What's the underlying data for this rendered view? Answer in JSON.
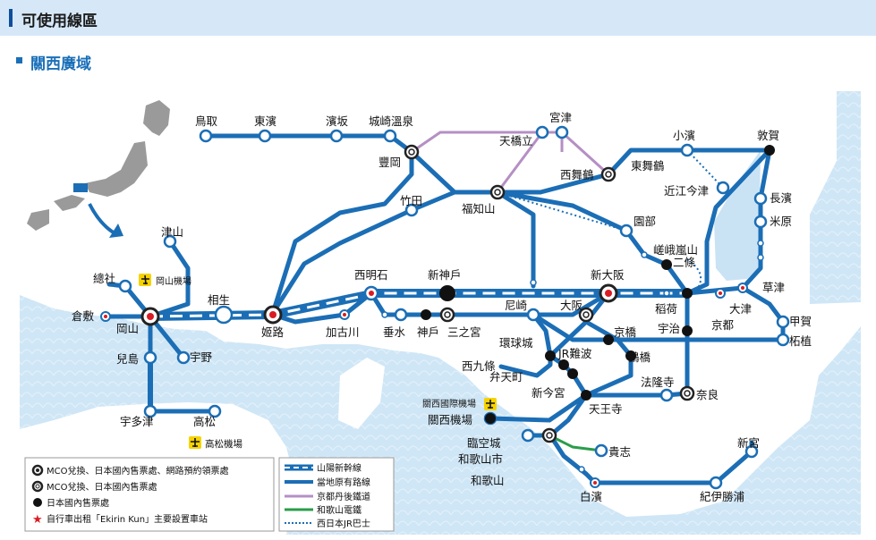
{
  "header": {
    "title": "可使用線區"
  },
  "section": {
    "title": "關西廣域"
  },
  "colors": {
    "jr_line": "#1b6eb5",
    "shinkansen": "#1b6eb5",
    "kyoto_tango": "#b58fc4",
    "wakayama": "#2a9d4a",
    "bus": "#1b6eb5",
    "sea": "#c9e3f5",
    "star": "#d91c24"
  },
  "stations": {
    "tottori": "鳥取",
    "hamamura": "東濱",
    "hamasaka": "濱坂",
    "kinosaki": "城崎溫泉",
    "toyooka": "豐岡",
    "miyazu": "宮津",
    "amanohashidate": "天橋立",
    "nishimaizuru": "西舞鶴",
    "higashimaizuru": "東舞鶴",
    "obama": "小濱",
    "tsuruga": "敦賀",
    "omiimazu": "近江今津",
    "nagahama": "長濱",
    "maibara": "米原",
    "takeda": "竹田",
    "fukuchiyama": "福知山",
    "sonobe": "園部",
    "sagaarashiyama": "嵯峨嵐山",
    "nijo": "二條",
    "tsuyama": "津山",
    "okayama_airport": "岡山機場",
    "soja": "總社",
    "kurashiki": "倉敷",
    "okayama": "岡山",
    "aioi": "相生",
    "himeji": "姬路",
    "nishiakashi": "西明石",
    "shinkobe": "新神戶",
    "shinosaka": "新大阪",
    "kakogawa": "加古川",
    "tarumi": "垂水",
    "kobe": "神戶",
    "sannomiya": "三之宮",
    "amagasaki": "尼崎",
    "osaka": "大阪",
    "inari": "稻荷",
    "kyoto": "京都",
    "otsu": "大津",
    "kusatsu": "草津",
    "koka": "甲賀",
    "tsuge": "柘植",
    "uji": "宇治",
    "kojima": "兒島",
    "uno": "宇野",
    "utazu": "宇多津",
    "takamatsu": "高松",
    "takamatsu_airport": "高松機場",
    "kyobashi": "京橋",
    "osakajo": "環球城",
    "nishikujo": "西九條",
    "jrnamba": "JR難波",
    "tsuruhashi": "鶴橋",
    "bentencho": "弁天町",
    "shinimamiya": "新今宮",
    "tennoji": "天王寺",
    "horyuji": "法隆寺",
    "nara": "奈良",
    "kansai_airport_label": "關西國際機場",
    "kansai_airport": "關西機場",
    "rinku": "臨空城",
    "wakayamashi": "和歌山市",
    "wakayama": "和歌山",
    "kishi": "貴志",
    "shirahama": "白濱",
    "shingu": "新宮",
    "kiikatsuura": "紀伊勝浦"
  },
  "legend": {
    "mco_full": "MCO兌換、日本國內售票處、網路預約領票處",
    "mco_sales": "MCO兌換、日本國內售票處",
    "sales": "日本國內售票處",
    "ekirin": "自行車出租「Ekirin Kun」主要設置車站",
    "sanyo": "山陽新幹線",
    "local": "當地原有路線",
    "kyoto_tango": "京都丹後鐵道",
    "wakayama_rail": "和歌山電鐵",
    "bus": "西日本JR巴士"
  }
}
